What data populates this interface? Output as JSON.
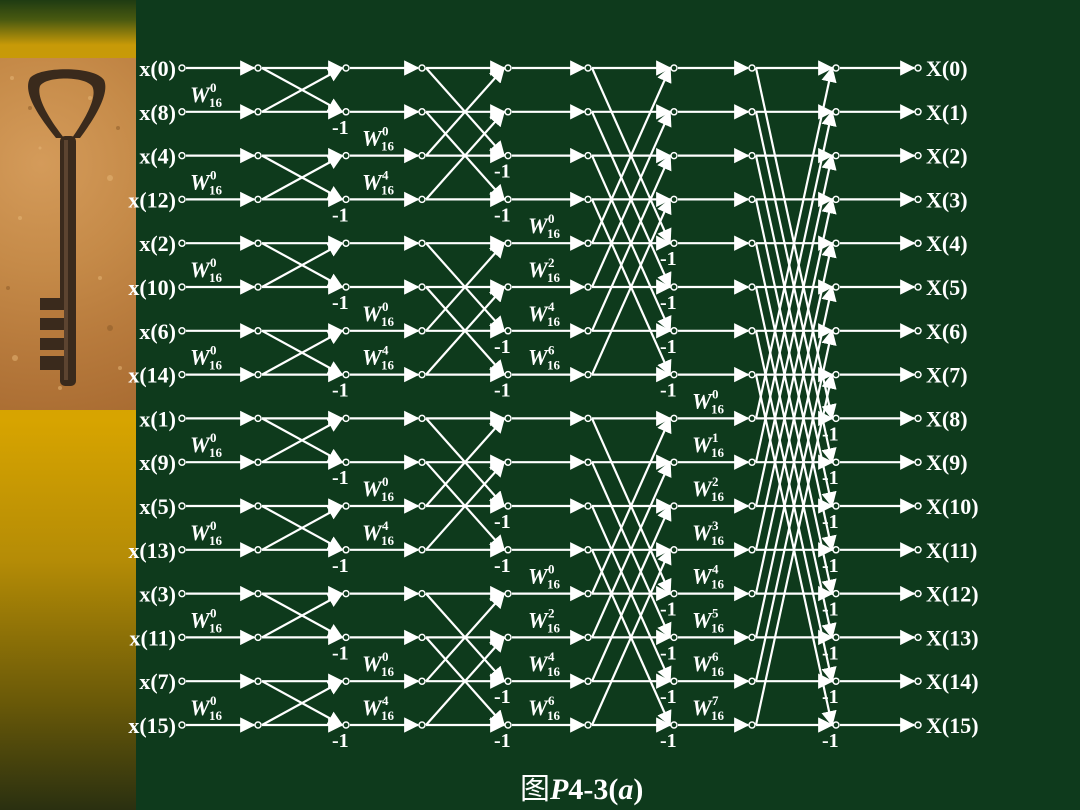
{
  "diagram": {
    "inputs": [
      "x(0)",
      "x(8)",
      "x(4)",
      "x(12)",
      "x(2)",
      "x(10)",
      "x(6)",
      "x(14)",
      "x(1)",
      "x(9)",
      "x(5)",
      "x(13)",
      "x(3)",
      "x(11)",
      "x(7)",
      "x(15)"
    ],
    "outputs": [
      "X(0)",
      "X(1)",
      "X(2)",
      "X(3)",
      "X(4)",
      "X(5)",
      "X(6)",
      "X(7)",
      "X(8)",
      "X(9)",
      "X(10)",
      "X(11)",
      "X(12)",
      "X(13)",
      "X(14)",
      "X(15)"
    ],
    "twiddle_base": "W",
    "twiddle_sub": "16",
    "minus_one": "-1",
    "stage1_exponents": [
      "0",
      "0",
      "0",
      "0",
      "0",
      "0",
      "0",
      "0"
    ],
    "stage2_exponents": [
      "0",
      "4",
      "0",
      "4",
      "0",
      "4",
      "0",
      "4"
    ],
    "stage3_exponents": [
      "0",
      "2",
      "4",
      "6",
      "0",
      "2",
      "4",
      "6"
    ],
    "stage4_exponents": [
      "0",
      "1",
      "2",
      "3",
      "4",
      "5",
      "6",
      "7"
    ]
  },
  "caption": {
    "prefix": "图",
    "title_main": "P",
    "title_num": "4-3(",
    "title_var": "a",
    "title_end": ")"
  },
  "colors": {
    "background": "#0e3a1c",
    "lines": "#ffffff",
    "sidebar": "#d7a400"
  }
}
